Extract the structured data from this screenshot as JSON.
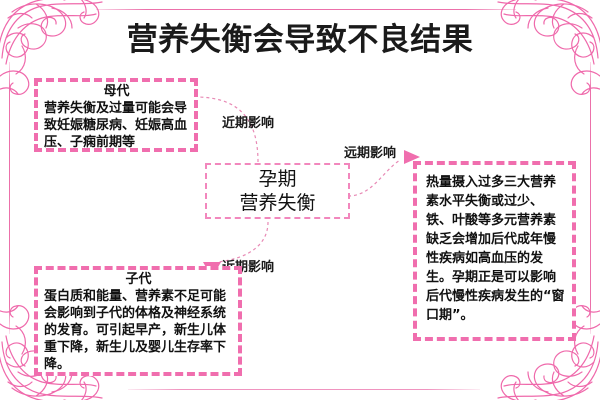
{
  "slide": {
    "title": "营养失衡会导致不良结果",
    "accent_color": "#f06eae",
    "frame_color": "#e8579b",
    "text_color": "#111111",
    "background": "#ffffff"
  },
  "center_node": {
    "line1": "孕期",
    "line2": "营养失衡"
  },
  "boxes": {
    "mother": {
      "title": "母代",
      "body": "营养失衡及过量可能会导致妊娠糖尿病、妊娠高血压、子痫前期等"
    },
    "child": {
      "title": "子代",
      "body": "蛋白质和能量、营养素不足可能会影响到子代的体格及神经系统的发育。可引起早产，新生儿体重下降，新生儿及婴儿生存率下降。"
    },
    "right": {
      "title": "",
      "body": "热量摄入过多三大营养素水平失衡或过少、铁、叶酸等多元营养素缺乏会增加后代成年慢性疾病如高血压的发生。孕期正是可以影响后代慢性疾病发生的“窗口期”。"
    }
  },
  "connectors": {
    "near_term_top": "近期影响",
    "long_term": "远期影响",
    "near_term_bottom": "近期影响"
  },
  "ornaments": {
    "top_left": "floral-corner-ornament",
    "top_right": "floral-corner-ornament",
    "bottom_left": "floral-corner-ornament",
    "bottom_right": "floral-corner-ornament"
  }
}
